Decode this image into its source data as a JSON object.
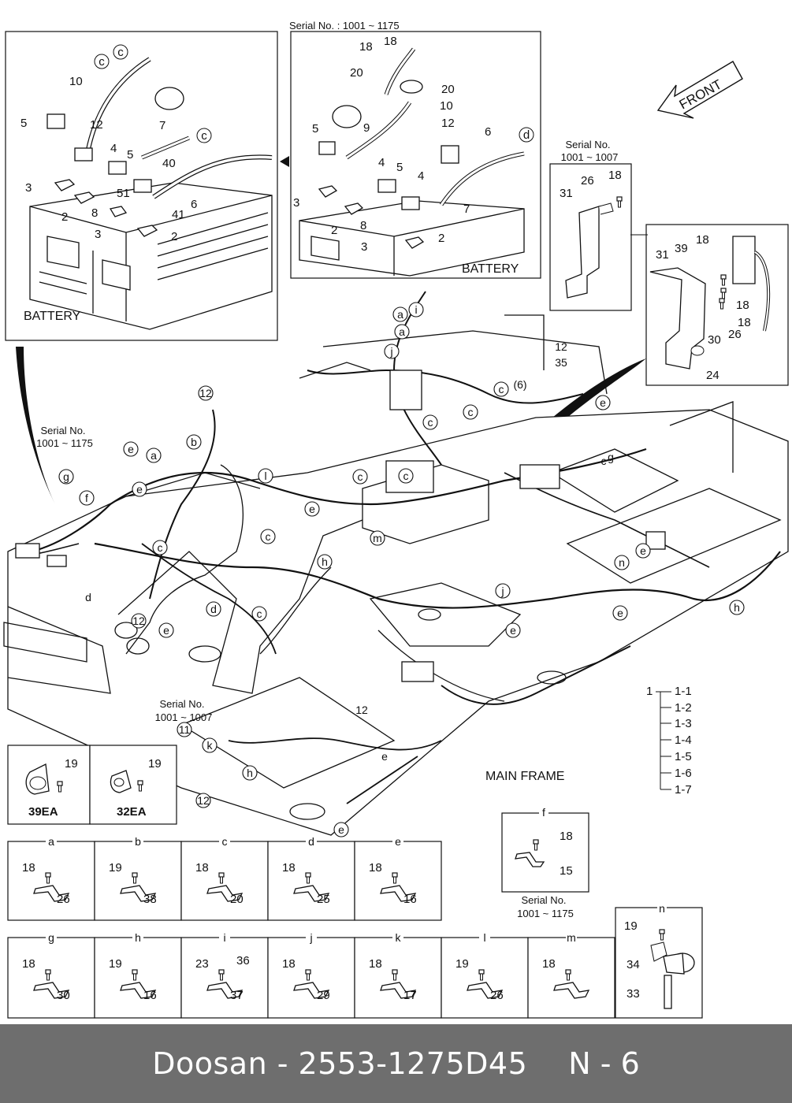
{
  "battery_panel": {
    "caption": "BATTERY",
    "labels": [
      "c",
      "c",
      "10",
      "5",
      "12",
      "7",
      "4",
      "3",
      "5",
      "40",
      "c",
      "2",
      "8",
      "51",
      "6",
      "41",
      "3",
      "2"
    ]
  },
  "serial_panel": {
    "serial": "Serial No. : 1001 ~ 1175",
    "labels": [
      "18",
      "18",
      "20",
      "20",
      "10",
      "5",
      "9",
      "12",
      "6",
      "d",
      "4",
      "5",
      "3",
      "2",
      "4",
      "8",
      "7",
      "3",
      "2"
    ],
    "caption": "BATTERY"
  },
  "front_label": "FRONT",
  "bracket_small": {
    "serial_1": "Serial No.",
    "serial_2": "1001 ~ 1007",
    "labels": [
      "26",
      "18",
      "31"
    ]
  },
  "bracket_detail": {
    "labels": [
      "31",
      "39",
      "18",
      "18",
      "26",
      "18",
      "30",
      "24"
    ]
  },
  "main_frame": {
    "caption": "MAIN FRAME",
    "serial_left_1": "Serial No.",
    "serial_left_2": "1001 ~ 1175",
    "serial_bottom_1": "Serial No.",
    "serial_bottom_2": "1001 ~ 1007",
    "callouts": [
      "a",
      "i",
      "a",
      "j",
      "12",
      "35",
      "c",
      "(6)",
      "e",
      "c",
      "c",
      "c",
      "c",
      "c",
      "12",
      "e",
      "a",
      "b",
      "g",
      "f",
      "e",
      "l",
      "e",
      "c",
      "d",
      "12",
      "d",
      "e",
      "c",
      "c",
      "h",
      "m",
      "e",
      "n",
      "h",
      "e",
      "j",
      "e",
      "12",
      "e",
      "11",
      "12",
      "e",
      "k",
      "h",
      "g",
      "e"
    ],
    "parts_list": [
      "1",
      "1-1",
      "1-2",
      "1-3",
      "1-4",
      "1-5",
      "1-6",
      "1-7"
    ]
  },
  "inset_39": {
    "part": "19",
    "qty": "39EA"
  },
  "inset_32": {
    "part": "19",
    "qty": "32EA"
  },
  "detail_f": {
    "title": "f",
    "labels": [
      "18",
      "15"
    ],
    "serial_1": "Serial No.",
    "serial_2": "1001 ~ 1175"
  },
  "details_row1": [
    {
      "title": "a",
      "labels": [
        "18",
        "26"
      ]
    },
    {
      "title": "b",
      "labels": [
        "19",
        "38"
      ]
    },
    {
      "title": "c",
      "labels": [
        "18",
        "20"
      ]
    },
    {
      "title": "d",
      "labels": [
        "18",
        "25"
      ]
    },
    {
      "title": "e",
      "labels": [
        "18",
        "16"
      ]
    }
  ],
  "details_row2": [
    {
      "title": "g",
      "labels": [
        "18",
        "30"
      ]
    },
    {
      "title": "h",
      "labels": [
        "19",
        "16"
      ]
    },
    {
      "title": "i",
      "labels": [
        "23",
        "37",
        "36"
      ]
    },
    {
      "title": "j",
      "labels": [
        "18",
        "29"
      ]
    },
    {
      "title": "k",
      "labels": [
        "18",
        "17"
      ]
    },
    {
      "title": "l",
      "labels": [
        "19",
        "26"
      ]
    },
    {
      "title": "m",
      "labels": [
        "18"
      ]
    }
  ],
  "detail_n": {
    "title": "n",
    "labels": [
      "19",
      "34",
      "33"
    ]
  },
  "footer": {
    "part_text": "Doosan - 2553-1275D45",
    "page": "N - 6"
  },
  "colors": {
    "footer_bg": "#6e6e6e",
    "footer_text": "#ffffff",
    "line": "#111111"
  }
}
